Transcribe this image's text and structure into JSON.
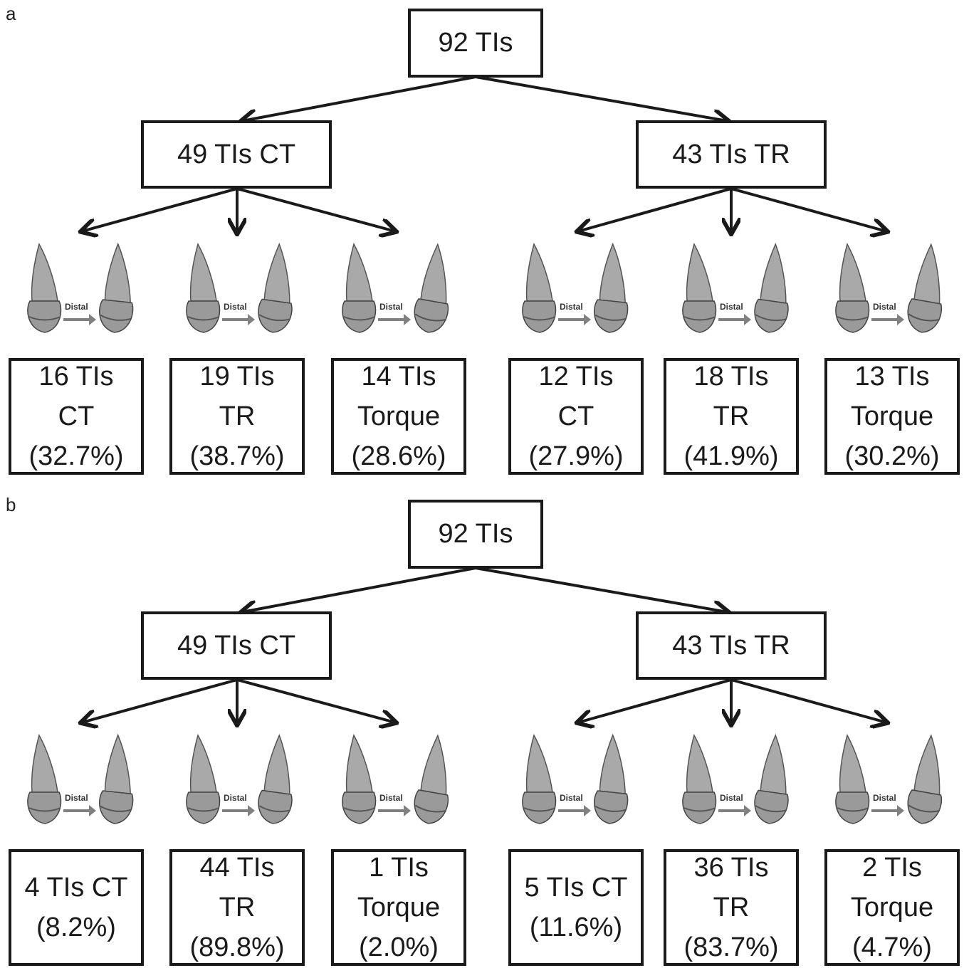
{
  "panels": [
    {
      "label": "a",
      "root": "92 TIs",
      "branches": [
        "49 TIs CT",
        "43 TIs TR"
      ],
      "distal_label": "Distal",
      "leaves": [
        {
          "lines": [
            "16 TIs",
            "CT",
            "(32.7%)"
          ]
        },
        {
          "lines": [
            "19 TIs",
            "TR",
            "(38.7%)"
          ]
        },
        {
          "lines": [
            "14 TIs",
            "Torque",
            "(28.6%)"
          ]
        },
        {
          "lines": [
            "12 TIs",
            "CT",
            "(27.9%)"
          ]
        },
        {
          "lines": [
            "18 TIs",
            "TR",
            "(41.9%)"
          ]
        },
        {
          "lines": [
            "13 TIs",
            "Torque",
            "(30.2%)"
          ]
        }
      ]
    },
    {
      "label": "b",
      "root": "92 TIs",
      "branches": [
        "49 TIs CT",
        "43 TIs TR"
      ],
      "distal_label": "Distal",
      "leaves": [
        {
          "lines": [
            "4 TIs CT",
            "(8.2%)"
          ]
        },
        {
          "lines": [
            "44 TIs",
            "TR",
            "(89.8%)"
          ]
        },
        {
          "lines": [
            "1 TIs",
            "Torque",
            "(2.0%)"
          ]
        },
        {
          "lines": [
            "5 TIs CT",
            "(11.6%)"
          ]
        },
        {
          "lines": [
            "36 TIs",
            "TR",
            "(83.7%)"
          ]
        },
        {
          "lines": [
            "2 TIs",
            "Torque",
            "(4.7%)"
          ]
        }
      ]
    }
  ]
}
